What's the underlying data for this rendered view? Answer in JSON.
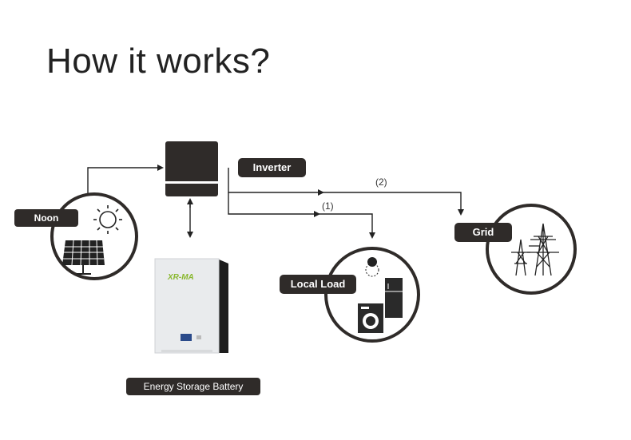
{
  "title": "How it works?",
  "labels": {
    "noon": "Noon",
    "inverter": "Inverter",
    "grid": "Grid",
    "local_load": "Local Load",
    "battery": "Energy Storage Battery",
    "flow_1": "(1)",
    "flow_2": "(2)",
    "battery_brand": "XR-MA"
  },
  "icons": {
    "sun": "sun-icon",
    "solar_panel": "solar-panel-icon",
    "inverter": "inverter-icon",
    "battery": "battery-icon",
    "lamp": "lamp-icon",
    "fridge": "fridge-icon",
    "washer": "washing-machine-icon",
    "tower": "power-tower-icon"
  },
  "colors": {
    "dark": "#2f2b29",
    "line": "#222222",
    "battery_body": "#e9ebed"
  }
}
